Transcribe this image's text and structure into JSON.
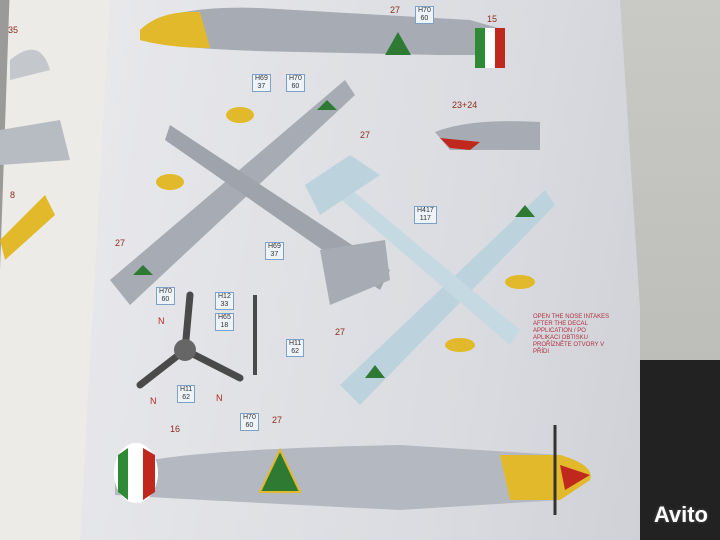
{
  "paint_codes": [
    {
      "code": "H70",
      "num": "60"
    },
    {
      "code": "H69",
      "num": "37"
    },
    {
      "code": "H70",
      "num": "60"
    },
    {
      "code": "H417",
      "num": "117"
    },
    {
      "code": "H12",
      "num": "33"
    },
    {
      "code": "H65",
      "num": "18"
    },
    {
      "code": "H11",
      "num": "62"
    },
    {
      "code": "H11",
      "num": "62"
    },
    {
      "code": "H70",
      "num": "60"
    },
    {
      "code": "H70",
      "num": "60"
    },
    {
      "code": "H69",
      "num": "37"
    }
  ],
  "decal_numbers": [
    "27",
    "27",
    "27",
    "27",
    "27",
    "16",
    "23+24",
    "15",
    "35",
    "8"
  ],
  "n_marks": [
    "N",
    "N",
    "N"
  ],
  "note": "OPEN THE NOSE INTAKES AFTER THE DECAL APPLICATION / PO APLIKACI OBTISKU PROŘÍZNĚTE OTVORY V PŘÍDI",
  "watermark": "Avito",
  "colors": {
    "camo_grey": "#9ea3ac",
    "light_blue": "#bcd3de",
    "yellow": "#e2b92a",
    "green": "#2e7a33",
    "red": "#c0281e"
  }
}
